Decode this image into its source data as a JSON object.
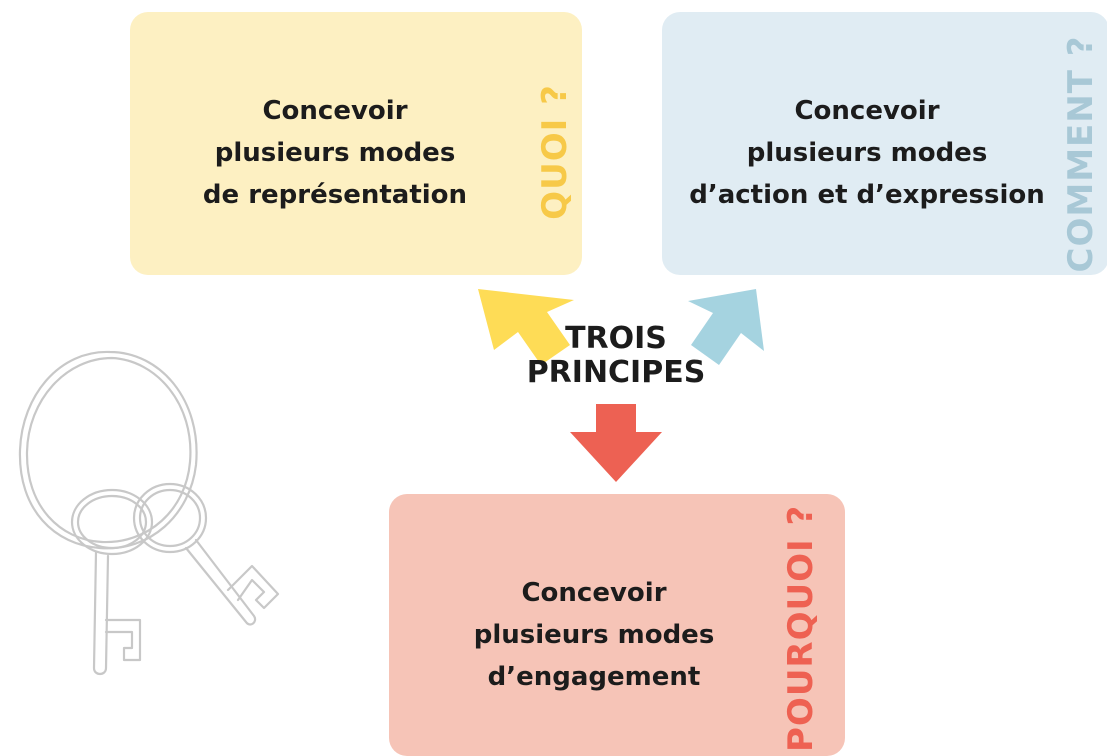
{
  "colors": {
    "quoi_bg": "#fdf0c2",
    "quoi_accent": "#f7c948",
    "comment_bg": "#e0ecf3",
    "comment_accent": "#a8c8d6",
    "pourquoi_bg": "#f6c4b7",
    "pourquoi_accent": "#ee6152",
    "arrow_yellow": "#fedc56",
    "arrow_blue": "#a5d3e0",
    "arrow_red": "#ed6153",
    "key_stroke": "#c8c8c8"
  },
  "center": {
    "line1": "TROIS",
    "line2": "PRINCIPES"
  },
  "cards": {
    "quoi": {
      "line1": "Concevoir",
      "line2": "plusieurs modes",
      "line3": "de représentation",
      "label": "QUOI ?"
    },
    "comment": {
      "line1": "Concevoir",
      "line2": "plusieurs modes",
      "line3": "d’action et d’expression",
      "label": "COMMENT ?"
    },
    "pourquoi": {
      "line1": "Concevoir",
      "line2": "plusieurs modes",
      "line3": "d’engagement",
      "label": "POURQUOI ?"
    }
  },
  "icons": {
    "keys": "keys-icon",
    "arrow_up_left": "arrow-up-left-icon",
    "arrow_up_right": "arrow-up-right-icon",
    "arrow_down": "arrow-down-icon"
  }
}
